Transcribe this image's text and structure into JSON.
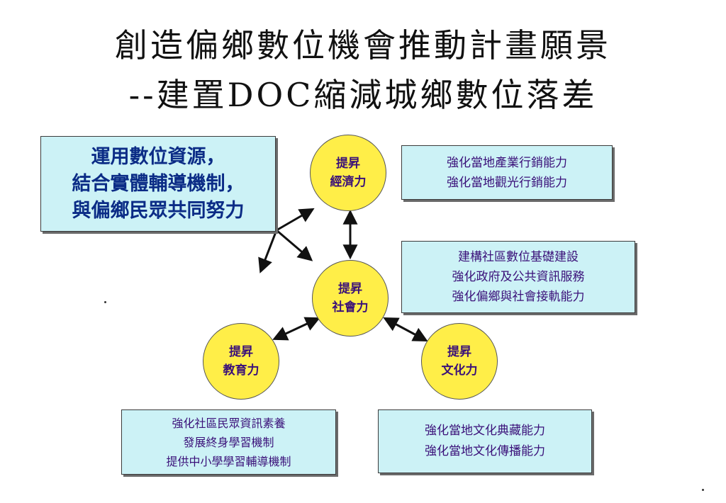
{
  "title": {
    "line1": "創造偏鄉數位機會推動計畫願景",
    "line2": "--建置DOC縮減城鄉數位落差"
  },
  "main_box": {
    "lines": [
      "運用數位資源，",
      "結合實體輔導機制，",
      "與偏鄉民眾共同努力"
    ]
  },
  "circles": {
    "economy": [
      "提昇",
      "經濟力"
    ],
    "social": [
      "提昇",
      "社會力"
    ],
    "education": [
      "提昇",
      "教育力"
    ],
    "culture": [
      "提昇",
      "文化力"
    ]
  },
  "boxes": {
    "economy": [
      "強化當地產業行銷能力",
      "強化當地觀光行銷能力"
    ],
    "social": [
      "建構社區數位基礎建設",
      "強化政府及公共資訊服務",
      "強化偏鄉與社會接軌能力"
    ],
    "education": [
      "強化社區民眾資訊素養",
      "發展終身學習機制",
      "提供中小學學習輔導機制"
    ],
    "culture": [
      "強化當地文化典藏能力",
      "強化當地文化傳播能力"
    ]
  },
  "colors": {
    "circle_fill": "#ffee48",
    "box_fill": "#ccf2f6",
    "box_text": "#3a1079",
    "main_text": "#0b2c86"
  }
}
